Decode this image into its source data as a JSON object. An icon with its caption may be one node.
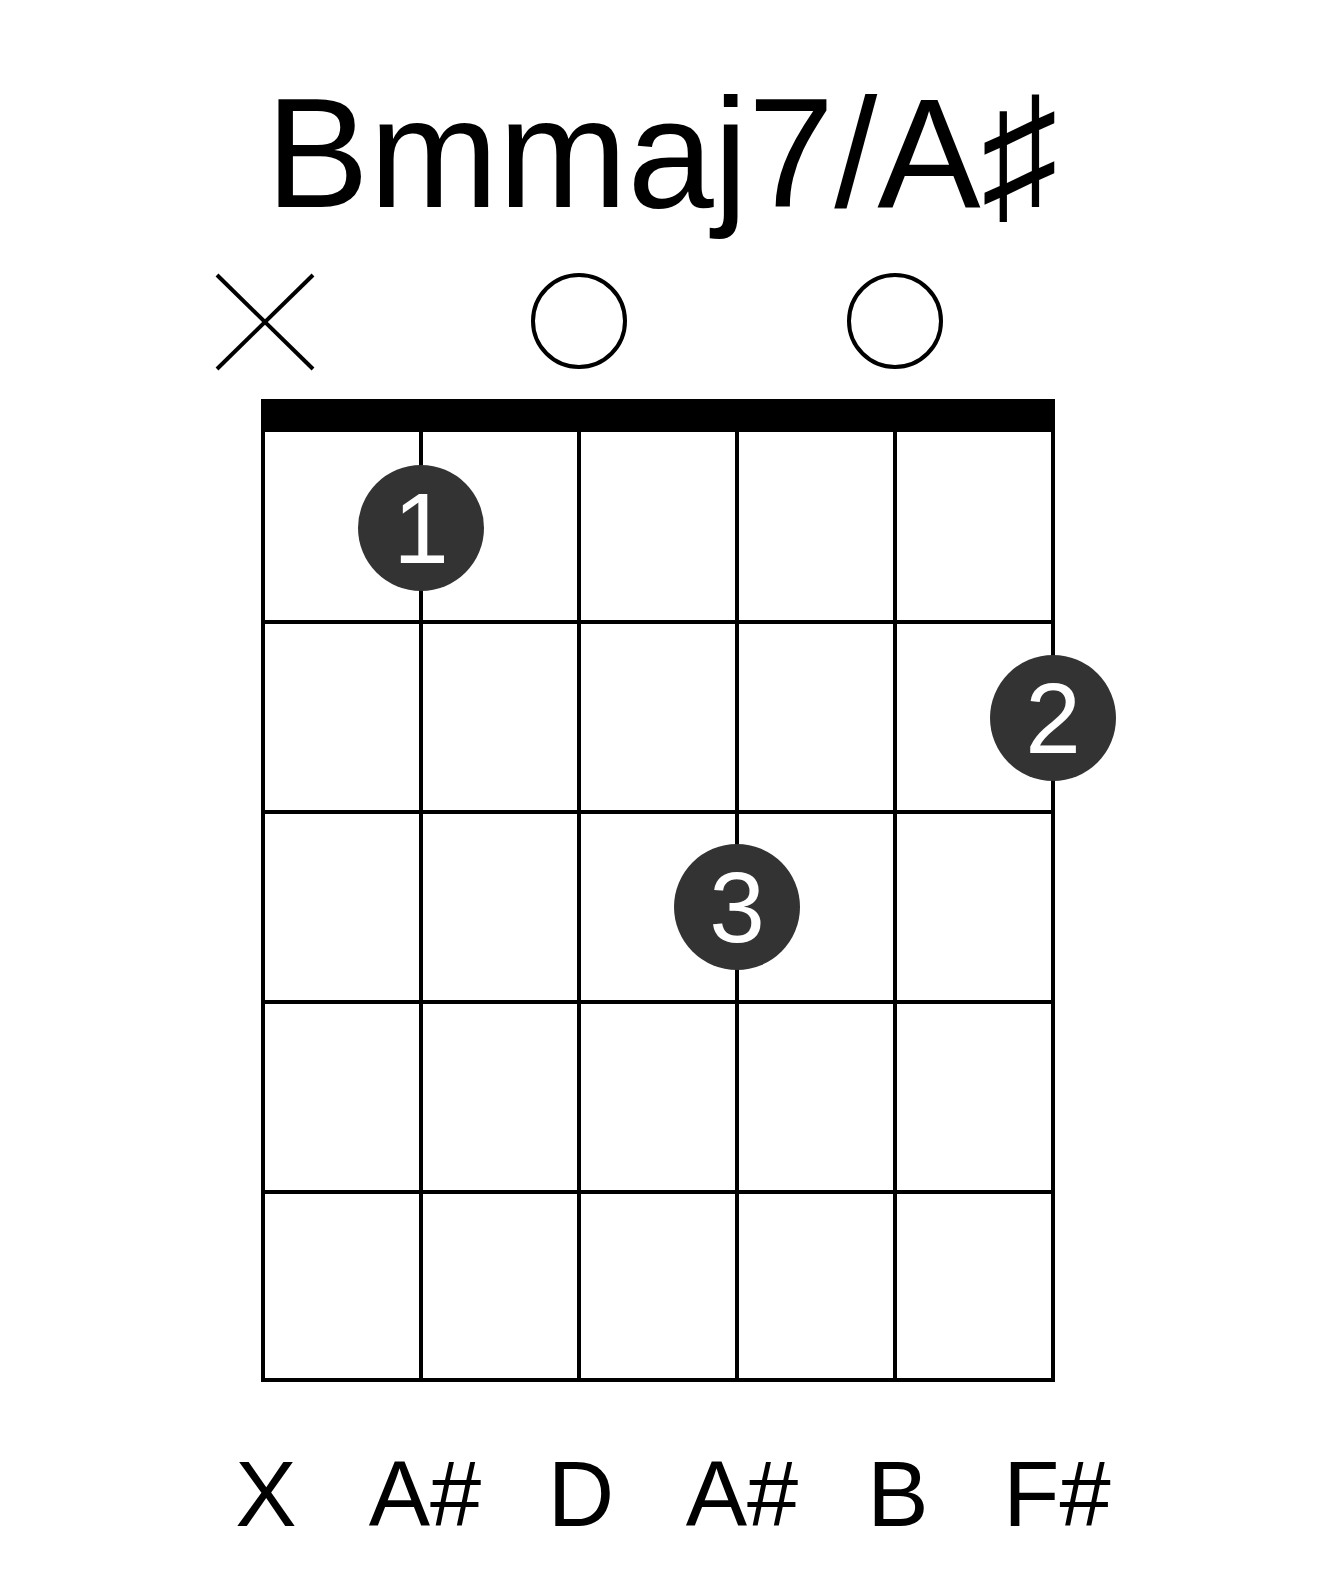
{
  "diagram": {
    "title": "Bmmaj7/A♯",
    "nodes": [
      {
        "text": [],
        "shape": "circle"
      },
      {
        "text": [],
        "shape": "circle"
      },
      {
        "text": [
          "1"
        ]
      },
      {
        "text": [
          "2"
        ]
      },
      {
        "text": [
          "3"
        ]
      }
    ],
    "labels": [
      "X",
      "A#",
      "D",
      "A#",
      "B",
      "F#"
    ]
  }
}
